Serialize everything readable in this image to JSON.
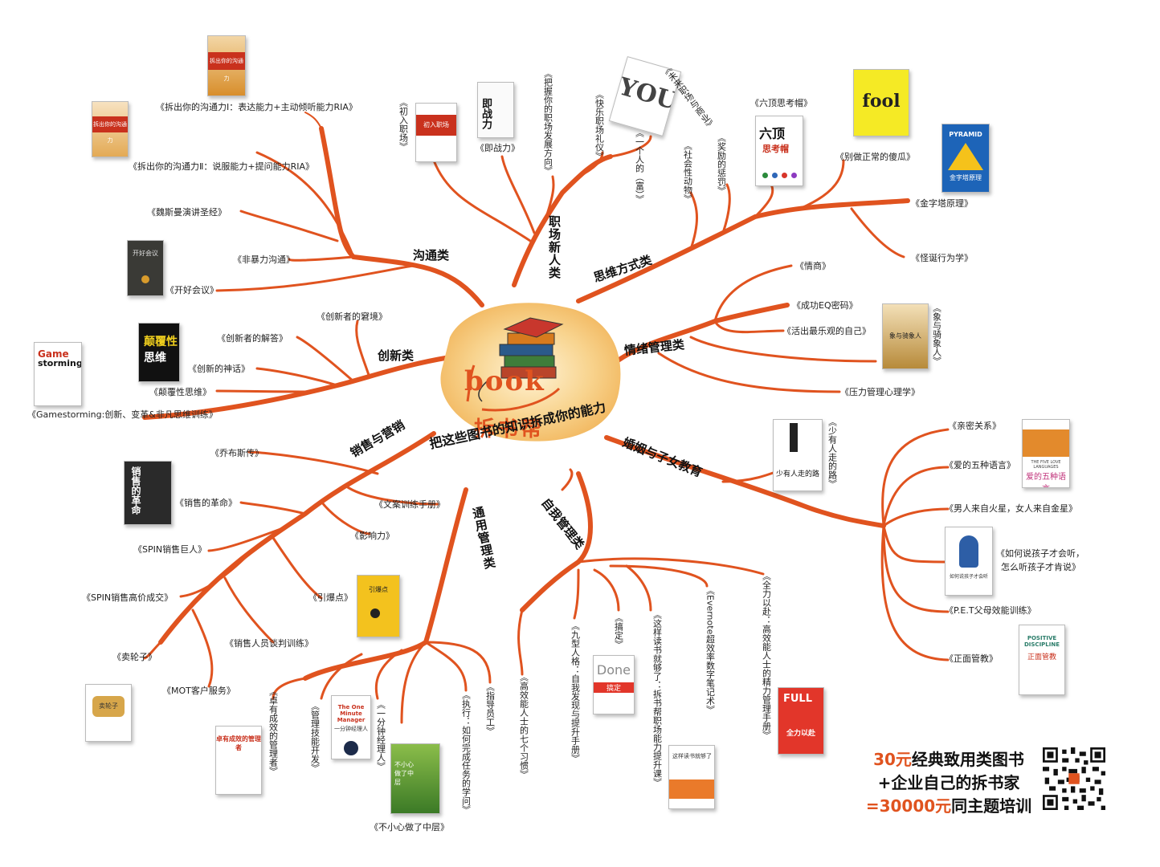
{
  "center": {
    "logo_text": "book",
    "brand": "拆书帮",
    "slogan": "把这些图书的知识拆成你的能力"
  },
  "categories": {
    "goutong": "沟通类",
    "zhichang": "职场新人类",
    "siwei": "思维方式类",
    "qingxu": "情绪管理类",
    "hunyin": "婚姻与子女教育",
    "ziwo": "自我管理类",
    "tongyong": "通用管理类",
    "xiaoshou": "销售与营销",
    "chuangxin": "创新类"
  },
  "books": {
    "b1": "《拆出你的沟通力Ⅰ：表达能力+主动倾听能力RIA》",
    "b2": "《拆出你的沟通力Ⅱ：说服能力+提问能力RIA》",
    "b3": "《魏斯曼演讲圣经》",
    "b4": "《非暴力沟通》",
    "b5": "《开好会议》",
    "b6": "《初入职场》",
    "b7": "《即战力》",
    "b8": "《把握你的职场发展方向》",
    "b9": "《快乐职场礼仪》",
    "b10": "《一个人的（富）》",
    "b11": "《未来职场与商业》",
    "b12": "《社会性动物》",
    "b13": "《奖励的惩罚》",
    "b14": "《六顶思考帽》",
    "b15": "《别做正常的傻瓜》",
    "b16": "《金字塔原理》",
    "b17": "《怪诞行为学》",
    "b18": "《情商》",
    "b19": "《成功EQ密码》",
    "b20": "《活出最乐观的自己》",
    "b21": "《象与骑象人》",
    "b22": "《压力管理心理学》",
    "b23": "《少有人走的路》",
    "b24": "《亲密关系》",
    "b25": "《爱的五种语言》",
    "b26": "《男人来自火星，女人来自金星》",
    "b27": "《如何说孩子才会听，",
    "b27b": "怎么听孩子才肯说》",
    "b28": "《P.E.T父母效能训练》",
    "b29": "《正面管教》",
    "b30": "《全力以赴：高效能人士的精力管理手册》",
    "b31": "《Evernote超效率数字笔记术》",
    "b32": "《这样读书就够了：拆书帮职场能力提升课》",
    "b33": "《搞定》",
    "b34": "《九型人格：自我发现与提升手册》",
    "b35": "《高效能人士的七个习惯》",
    "b36": "《指导员工》",
    "b37": "《执行：如何完成任务的学问》",
    "b38": "《一分钟经理人》",
    "b39": "《不小心做了中层》",
    "b40": "《管理技能开发》",
    "b41": "《卓有成效的管理者》",
    "b42": "《MOT客户服务》",
    "b43": "《卖轮子》",
    "b44": "《销售人员谈判训练》",
    "b45": "《SPIN销售高价成交》",
    "b46": "《引爆点》",
    "b47": "《SPIN销售巨人》",
    "b48": "《影响力》",
    "b49": "《文案训练手册》",
    "b50": "《销售的革命》",
    "b51": "《乔布斯传》",
    "b52": "《Gamestorming:创新、变革&非凡思维训练》",
    "b53": "《颠覆性思维》",
    "b54": "《创新的神话》",
    "b55": "《创新者的解答》",
    "b56": "《创新者的窘境》"
  },
  "covers": {
    "c_comm1": "拆出你的沟通力",
    "c_comm2": "拆出你的沟通力",
    "c_meeting": "开好会议",
    "c_entry": "初入职场",
    "c_jizhan": "即战力",
    "c_you": "YOU",
    "c_sixhats1": "六顶",
    "c_sixhats2": "思考帽",
    "c_fool": "fool",
    "c_pyramid1": "PYRAMID",
    "c_pyramid2": "金字塔原理",
    "c_elephant": "象与骑象人",
    "c_road": "少有人走的路",
    "c_love1": "THE FIVE LOVE LANGUAGES",
    "c_love2": "爱的五种语言",
    "c_kid": "如何说孩子才会听",
    "c_pd1": "POSITIVE DISCIPLINE",
    "c_pd2": "正面管教",
    "c_full1": "FULL",
    "c_full2": "全力以赴",
    "c_read": "这样读书就够了",
    "c_done1": "Done",
    "c_done2": "搞定",
    "c_mid": "不小心做了中层",
    "c_omm1": "The One Minute Manager",
    "c_omm2": "一分钟经理人",
    "c_eff1": "卓有成效的管理者",
    "c_wheel": "卖轮子",
    "c_tipping": "引爆点",
    "c_salerev1": "销售的革命",
    "c_disrupt1": "颠覆性",
    "c_disrupt2": "思维",
    "c_game1": "Game",
    "c_game2": "storming"
  },
  "promo": {
    "line1_hl": "30元",
    "line1": "经典致用类图书",
    "line2": "+企业自己的拆书家",
    "line3_hl": "=30000元",
    "line3": "同主题培训"
  },
  "colors": {
    "branch": "#e0531f",
    "accent": "#e0531f",
    "blob": "#f6c879"
  }
}
